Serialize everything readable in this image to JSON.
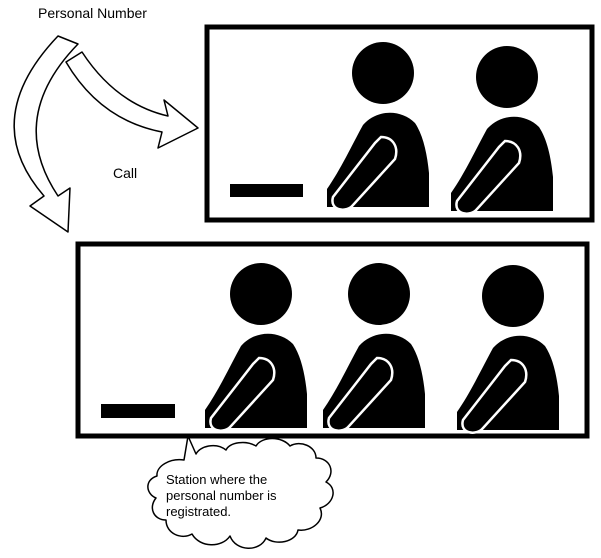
{
  "labels": {
    "personal_number": "Personal Number",
    "call": "Call"
  },
  "callout": {
    "line1": "Station where the",
    "line2": "personal number is",
    "line3": "registrated."
  },
  "colors": {
    "ink": "#000000",
    "paper": "#ffffff"
  },
  "icons": {
    "person": "person-silhouette-icon",
    "desk_station": "station-bar-icon",
    "arrow": "curved-arrow-icon",
    "callout": "speech-bubble-icon"
  }
}
